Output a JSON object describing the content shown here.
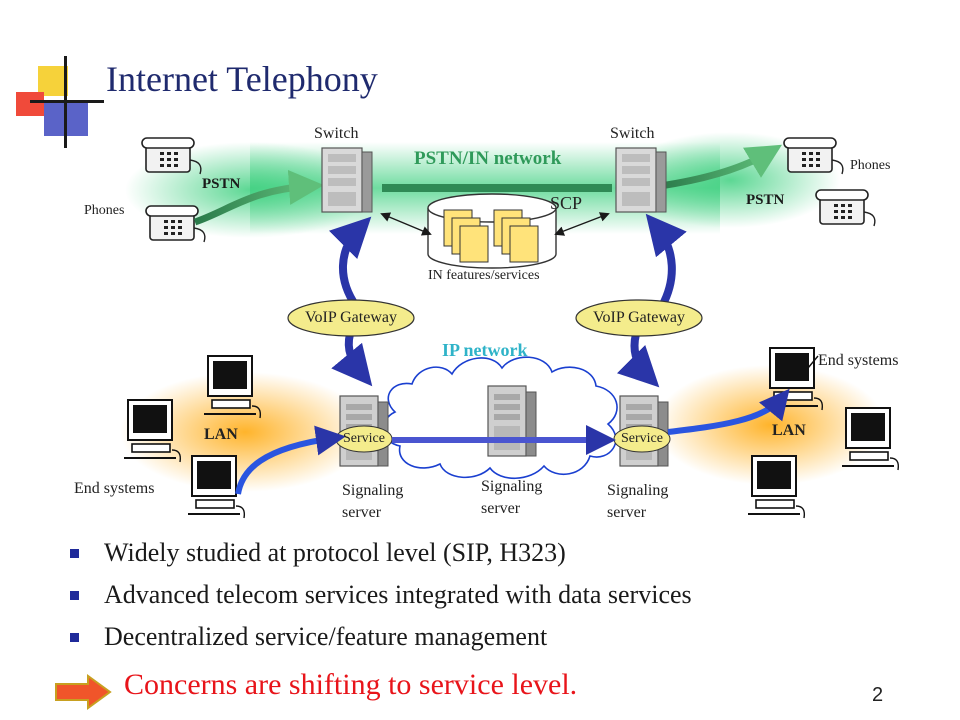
{
  "title": "Internet Telephony",
  "diagram": {
    "switch_left": "Switch",
    "switch_right": "Switch",
    "pstn_in_network": "PSTN/IN network",
    "scp": "SCP",
    "in_features": "IN features/services",
    "pstn_left": "PSTN",
    "pstn_right": "PSTN",
    "phones_left": "Phones",
    "phones_right": "Phones",
    "gateway_left": "VoIP Gateway",
    "gateway_right": "VoIP Gateway",
    "ip_network": "IP network",
    "lan_left": "LAN",
    "lan_right": "LAN",
    "end_systems_left": "End systems",
    "end_systems_right": "End systems",
    "service_left": "Service",
    "service_right": "Service",
    "signaling_left": [
      "Signaling",
      "server"
    ],
    "signaling_center": [
      "Signaling",
      "server"
    ],
    "signaling_right": [
      "Signaling",
      "server"
    ]
  },
  "bullets": [
    "Widely studied at protocol level (SIP, H323)",
    "Advanced telecom services integrated with data services",
    "Decentralized service/feature management"
  ],
  "conclusion": "Concerns are shifting to service level.",
  "page_number": "2",
  "colors": {
    "title": "#1f2a6e",
    "arrow_blue": "#2a35a8",
    "gateway_fill": "#f4ec8c",
    "ip_network_text": "#2fb3c8",
    "pstn_glow": "#3fd080",
    "lan_glow": "#ffb020",
    "conclusion": "#e8141a"
  }
}
